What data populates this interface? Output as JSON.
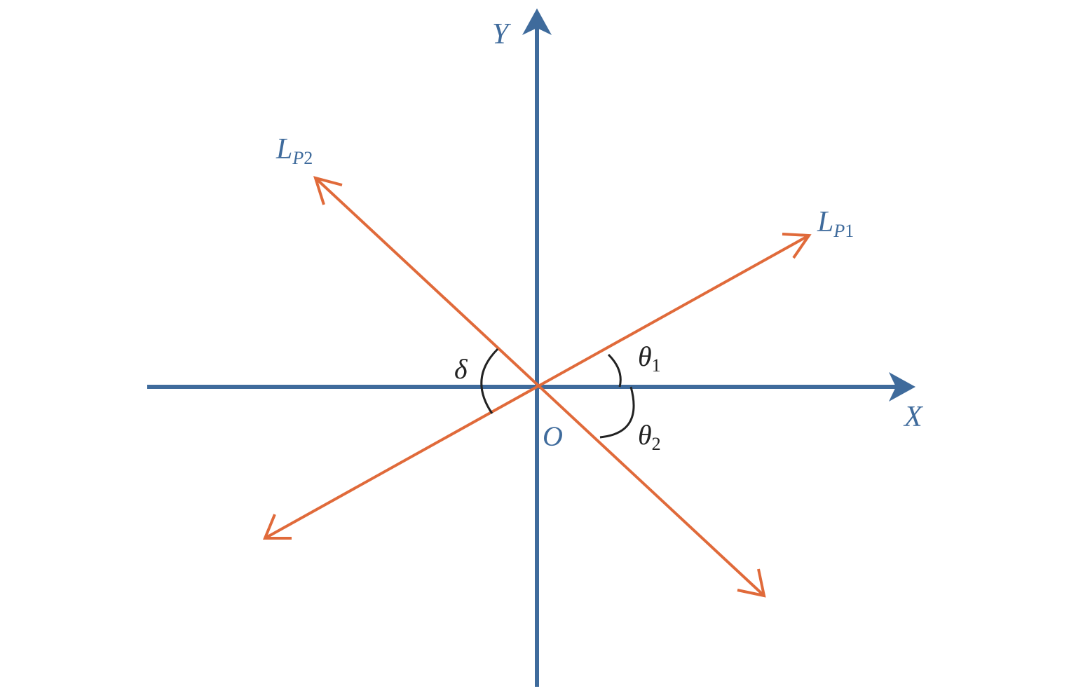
{
  "diagram": {
    "colors": {
      "axis": "#3f6b9c",
      "line": "#e06a3a",
      "arc": "#222222",
      "axis_label": "#3f6b9c",
      "angle_label": "#222222"
    },
    "axes": {
      "x_label": "X",
      "y_label": "Y",
      "origin_label": "O"
    },
    "lines": {
      "lp1": {
        "base": "L",
        "sub_letter": "P",
        "sub_num": "1"
      },
      "lp2": {
        "base": "L",
        "sub_letter": "P",
        "sub_num": "2"
      }
    },
    "angles": {
      "theta1": {
        "symbol": "θ",
        "sub": "1"
      },
      "theta2": {
        "symbol": "θ",
        "sub": "2"
      },
      "delta": {
        "symbol": "δ"
      }
    }
  }
}
